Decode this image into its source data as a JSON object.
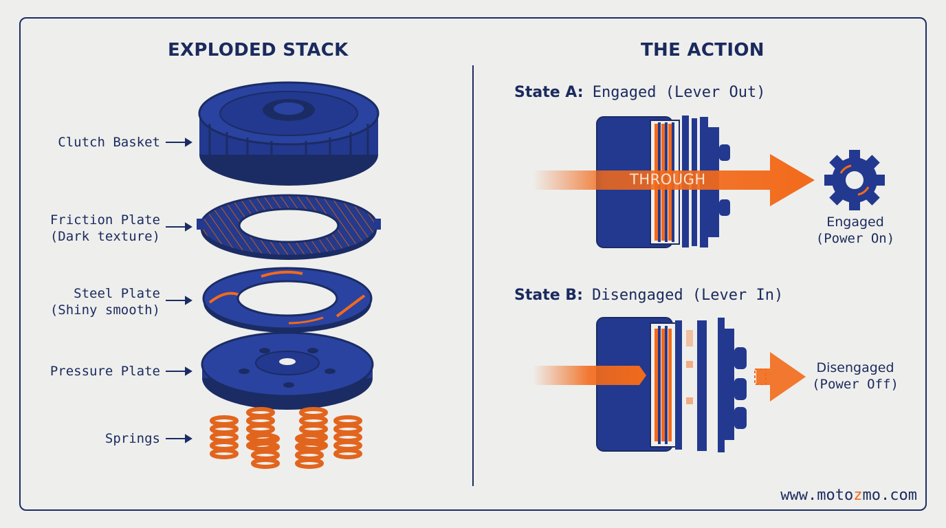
{
  "left": {
    "title": "EXPLODED STACK",
    "parts": [
      {
        "line1": "Clutch Basket",
        "line2": ""
      },
      {
        "line1": "Friction Plate",
        "line2": "(Dark texture)"
      },
      {
        "line1": "Steel Plate",
        "line2": "(Shiny smooth)"
      },
      {
        "line1": "Pressure Plate",
        "line2": ""
      },
      {
        "line1": "Springs",
        "line2": ""
      }
    ]
  },
  "right": {
    "title": "THE ACTION",
    "state_a": {
      "key": "State A:",
      "desc": "Engaged (Lever Out)",
      "flow_label": "THROUGH",
      "result": "Engaged",
      "result_sub": "(Power On)"
    },
    "state_b": {
      "key": "State B:",
      "desc": "Disengaged (Lever In)",
      "result": "Disengaged",
      "result_sub": "(Power Off)"
    }
  },
  "footer": {
    "pre": "www.moto",
    "highlight": "z",
    "post": "mo.com"
  },
  "colors": {
    "navy": "#1b2c64",
    "blue": "#23398f",
    "orange": "#f26a1b",
    "background": "#eeeeec"
  }
}
